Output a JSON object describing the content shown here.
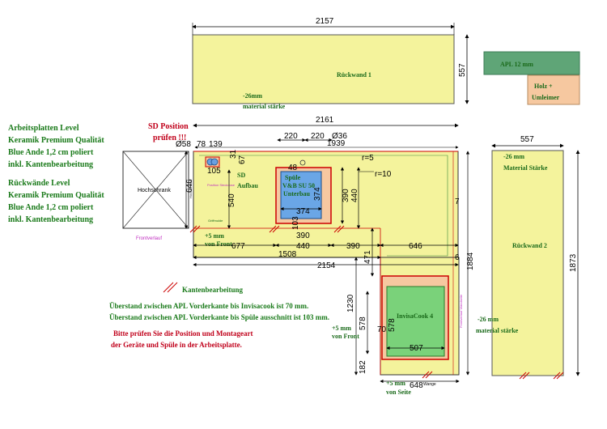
{
  "notes_left": {
    "line1": "Arbeitsplatten Level",
    "line2": "Keramik Premium Qualität",
    "line3": "Blue Ande 1,2 cm poliert",
    "line4": "inkl. Kantenbearbeitung",
    "line5": "Rückwände Level",
    "line6": "Keramik Premium Qualität",
    "line7": "Blue Ande 1,2 cm poliert",
    "line8": "inkl. Kantenbearbeitung"
  },
  "sd_note": {
    "line1": "SD Position",
    "line2": "prüfen !!!"
  },
  "bottom_notes": {
    "kanten": "Kantenbearbeitung",
    "ueber1": "Überstand zwischen APL Vorderkante bis Invisacook  ist 70 mm.",
    "ueber2": "Überstand zwischen APL Vorderkante bis Spüle ausschnitt ist 103 mm.",
    "pruefen1": "Bitte prüfen Sie die Position und Montageart",
    "pruefen2": "der Geräte und Spüle in der Arbeitsplatte."
  },
  "legend": {
    "apl": "APL 12 mm",
    "holz": "Holz +",
    "umleimer": "Umleimer"
  },
  "labels": {
    "rueckwand1": "Rückwand 1",
    "rueckwand2": "Rückwand 2",
    "material1_mm": "-26mm",
    "material1_text": "material stärke",
    "material2_mm": "-26 mm",
    "material2_text": "Material Stärke",
    "material3_mm": "-26 mm",
    "material3_text": "material stärke",
    "hochschrank": "Hochschrank",
    "hochschrank_side": "Hochschrank",
    "sd": "SD",
    "aufbau": "Aufbau",
    "position_steckdose": "Position Steckdose",
    "spuele1": "Spüle",
    "spuele2": "V&B SU 50",
    "spuele3": "Unterbau",
    "griffmulde": "Griffmulde",
    "frontverlauf": "Frontverlauf",
    "invisacook": "InvisaCook 4",
    "plus5_front1": "+5 mm",
    "von_front1": "von Front",
    "plus5_front2": "+5 mm",
    "von_front2": "von Front",
    "plus5_seite": "+5 mm",
    "von_seite": "von Seite",
    "wange": "Wange",
    "frontverlauf_side": "Frontverlauf Wandseite"
  },
  "dims": {
    "d2157": "2157",
    "d557a": "557",
    "d2161": "2161",
    "d220a": "220",
    "d220b": "220",
    "d36": "Ø36",
    "d1939": "1939",
    "d58": "Ø58",
    "d78": "78",
    "d139": "139",
    "d105": "105",
    "d67": "67",
    "d31": "31",
    "d48": "48",
    "r5": "r=5",
    "r10": "r=10",
    "d374a": "374",
    "d374b": "374",
    "d390a": "390",
    "d440a": "440",
    "d646a": "646",
    "d540": "540",
    "d7": "7",
    "d103": "103",
    "d390b": "390",
    "d677": "677",
    "d440b": "440",
    "d390c": "390",
    "d646b": "646",
    "d1508": "1508",
    "d471": "471",
    "d2154": "2154",
    "d6": "6",
    "d1884": "1884",
    "d557b": "557",
    "d1873": "1873",
    "d1230": "1230",
    "d578a": "578",
    "d578b": "578",
    "d70": "70",
    "d507": "507",
    "d182": "182",
    "d648": "648"
  }
}
